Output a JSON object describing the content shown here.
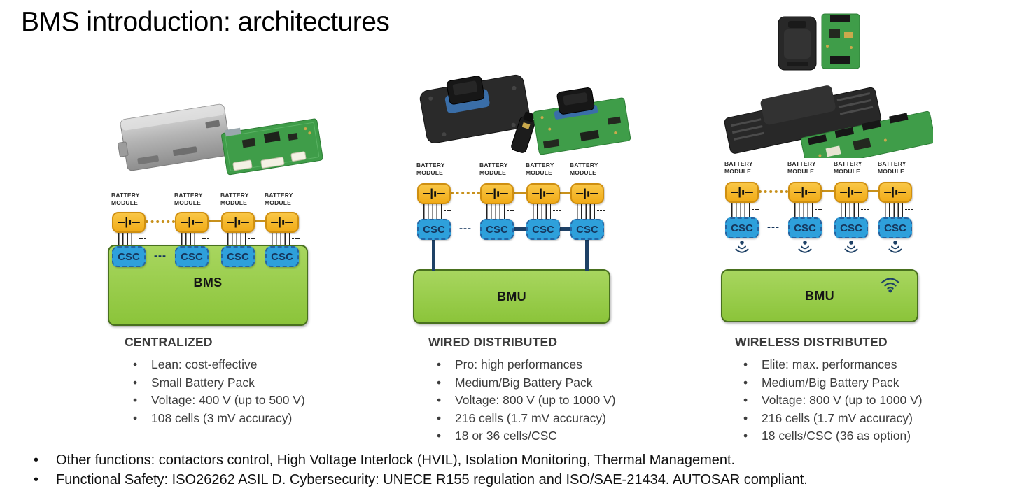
{
  "slide": {
    "title": "BMS introduction: architectures",
    "footnotes": [
      "Other functions: contactors control, High Voltage Interlock (HVIL), Isolation Monitoring, Thermal Management.",
      "Functional Safety: ISO26262 ASIL D. Cybersecurity: UNECE R155 regulation and ISO/SAE-21434. AUTOSAR compliant."
    ]
  },
  "diagram_labels": {
    "battery_module": "BATTERY\nMODULE",
    "csc": "CSC",
    "ellipsis": "---"
  },
  "architectures": [
    {
      "name": "CENTRALIZED",
      "controller": "BMS",
      "bullets": [
        "Lean: cost-effective",
        "Small Battery Pack",
        "Voltage: 400 V (up to 500 V)",
        "108 cells (3 mV accuracy)"
      ]
    },
    {
      "name": "WIRED DISTRIBUTED",
      "controller": "BMU",
      "bullets": [
        "Pro: high performances",
        "Medium/Big Battery Pack",
        "Voltage: 800 V (up to 1000 V)",
        "216 cells (1.7 mV accuracy)",
        "18 or 36 cells/CSC"
      ]
    },
    {
      "name": "WIRELESS DISTRIBUTED",
      "controller": "BMU",
      "bullets": [
        "Elite: max. performances",
        "Medium/Big Battery Pack",
        "Voltage: 800 V (up to 1000 V)",
        "216 cells (1.7 mV accuracy)",
        "18 cells/CSC (36 as option)"
      ]
    }
  ],
  "colors": {
    "battery_module_fill": "#F2AC18",
    "battery_module_border": "#CF8F10",
    "csc_fill": "#2EA0DB",
    "csc_border": "#2465A3",
    "csc_text": "#16365C",
    "controller_fill": "#8FC640",
    "controller_border": "#48701E",
    "daisy_chain_orange": "#C8911C",
    "wired_bus_navy": "#1E4166"
  }
}
